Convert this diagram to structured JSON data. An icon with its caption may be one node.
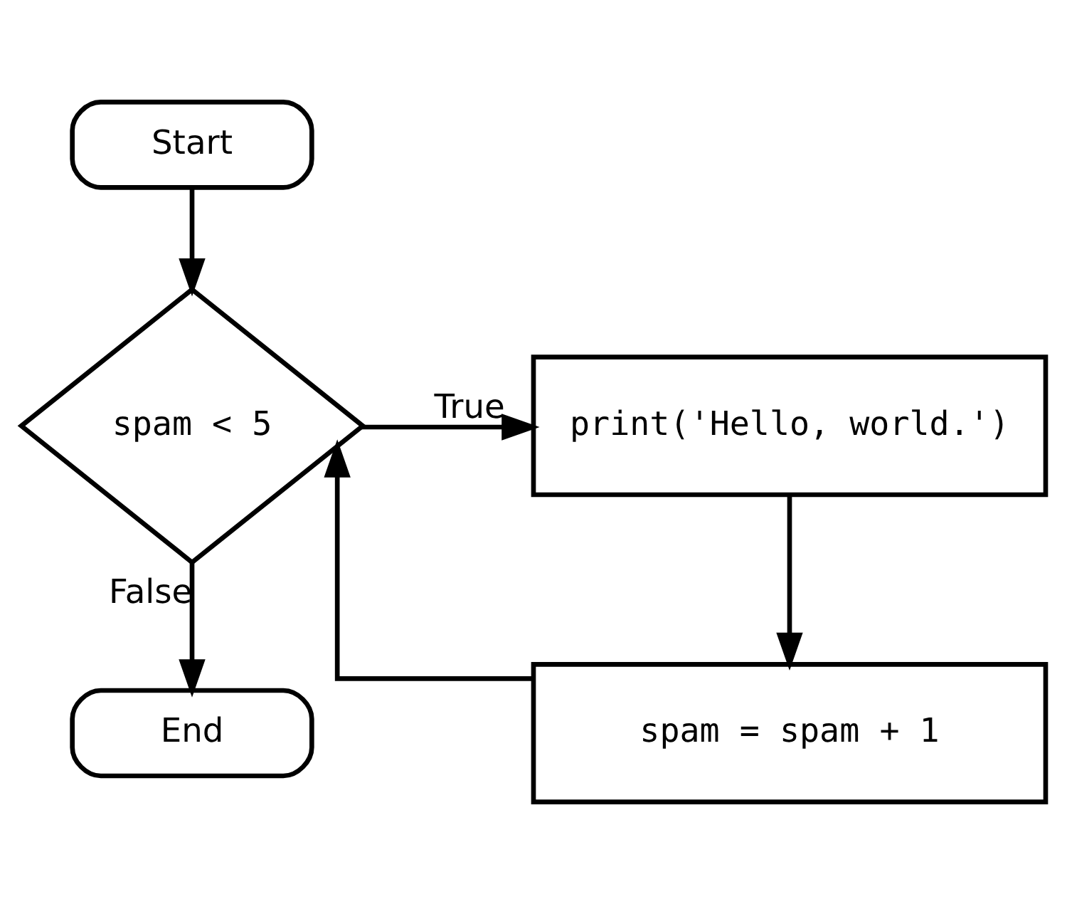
{
  "diagram": {
    "nodes": [
      {
        "text": [
          "Start"
        ]
      },
      {
        "text": [
          "spam < 5"
        ]
      },
      {
        "text": [
          "print('Hello, world.')"
        ]
      },
      {
        "text": [
          "spam = spam + 1"
        ]
      },
      {
        "text": [
          "End"
        ]
      }
    ],
    "edges": [
      {
        "from": 0,
        "to": 1,
        "arrow": "to"
      },
      {
        "from": 1,
        "to": 2,
        "arrow": "to",
        "label": "True"
      },
      {
        "from": 2,
        "to": 3,
        "arrow": "to"
      },
      {
        "from": 3,
        "to": 1,
        "arrow": "to"
      },
      {
        "from": 1,
        "to": 4,
        "arrow": "to",
        "label": "False"
      }
    ]
  }
}
